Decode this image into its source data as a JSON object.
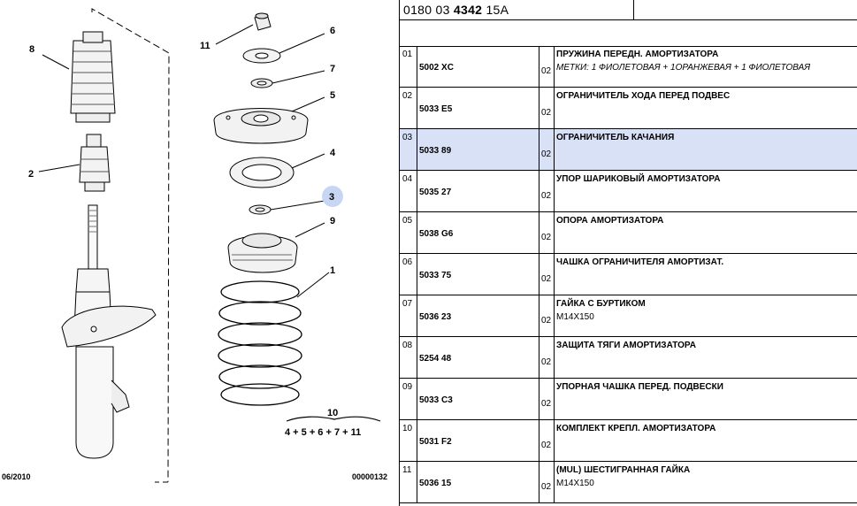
{
  "reference": {
    "prefix": "0180 03 ",
    "bold": "4342",
    "suffix": " 15A"
  },
  "diagram": {
    "callouts": [
      "8",
      "2",
      "11",
      "6",
      "7",
      "5",
      "4",
      "3",
      "9",
      "1"
    ],
    "kit_number": "10",
    "kit_formula": "4 + 5 + 6 + 7 + 11",
    "date": "06/2010",
    "image_code": "00000132"
  },
  "parts": [
    {
      "idx": "01",
      "pn": "5002 XC",
      "qty": "02",
      "title": "ПРУЖИНА ПЕРЕДН. АМОРТИЗАТОРА",
      "note": "МЕТКИ: 1 ФИОЛЕТОВАЯ + 1ОРАНЖЕВАЯ + 1 ФИОЛЕТОВАЯ",
      "note_italic": true,
      "selected": false
    },
    {
      "idx": "02",
      "pn": "5033 E5",
      "qty": "02",
      "title": "ОГРАНИЧИТЕЛЬ ХОДА ПЕРЕД ПОДВЕС",
      "note": "",
      "note_italic": false,
      "selected": false
    },
    {
      "idx": "03",
      "pn": "5033 89",
      "qty": "02",
      "title": "ОГРАНИЧИТЕЛЬ КАЧАНИЯ",
      "note": "",
      "note_italic": false,
      "selected": true
    },
    {
      "idx": "04",
      "pn": "5035 27",
      "qty": "02",
      "title": "УПОР ШАРИКОВЫЙ АМОРТИЗАТОРА",
      "note": "",
      "note_italic": false,
      "selected": false
    },
    {
      "idx": "05",
      "pn": "5038 G6",
      "qty": "02",
      "title": "ОПОРА АМОРТИЗАТОРА",
      "note": "",
      "note_italic": false,
      "selected": false
    },
    {
      "idx": "06",
      "pn": "5033 75",
      "qty": "02",
      "title": "ЧАШКА ОГРАНИЧИТЕЛЯ АМОРТИЗАТ.",
      "note": "",
      "note_italic": false,
      "selected": false
    },
    {
      "idx": "07",
      "pn": "5036 23",
      "qty": "02",
      "title": "ГАЙКА С БУРТИКОМ",
      "note": "M14X150",
      "note_italic": false,
      "selected": false
    },
    {
      "idx": "08",
      "pn": "5254 48",
      "qty": "02",
      "title": "ЗАЩИТА ТЯГИ АМОРТИЗАТОРА",
      "note": "",
      "note_italic": false,
      "selected": false
    },
    {
      "idx": "09",
      "pn": "5033 C3",
      "qty": "02",
      "title": "УПОРНАЯ ЧАШКА ПЕРЕД. ПОДВЕСКИ",
      "note": "",
      "note_italic": false,
      "selected": false
    },
    {
      "idx": "10",
      "pn": "5031 F2",
      "qty": "02",
      "title": "КОМПЛЕКТ КРЕПЛ. АМОРТИЗАТОРА",
      "note": "",
      "note_italic": false,
      "selected": false
    },
    {
      "idx": "11",
      "pn": "5036 15",
      "qty": "02",
      "title": "(MUL) ШЕСТИГРАННАЯ ГАЙКА",
      "note": "M14X150",
      "note_italic": false,
      "selected": false
    }
  ],
  "colors": {
    "selected_row": "#d9e1f6",
    "callout_highlight": "#c7d6f2"
  }
}
